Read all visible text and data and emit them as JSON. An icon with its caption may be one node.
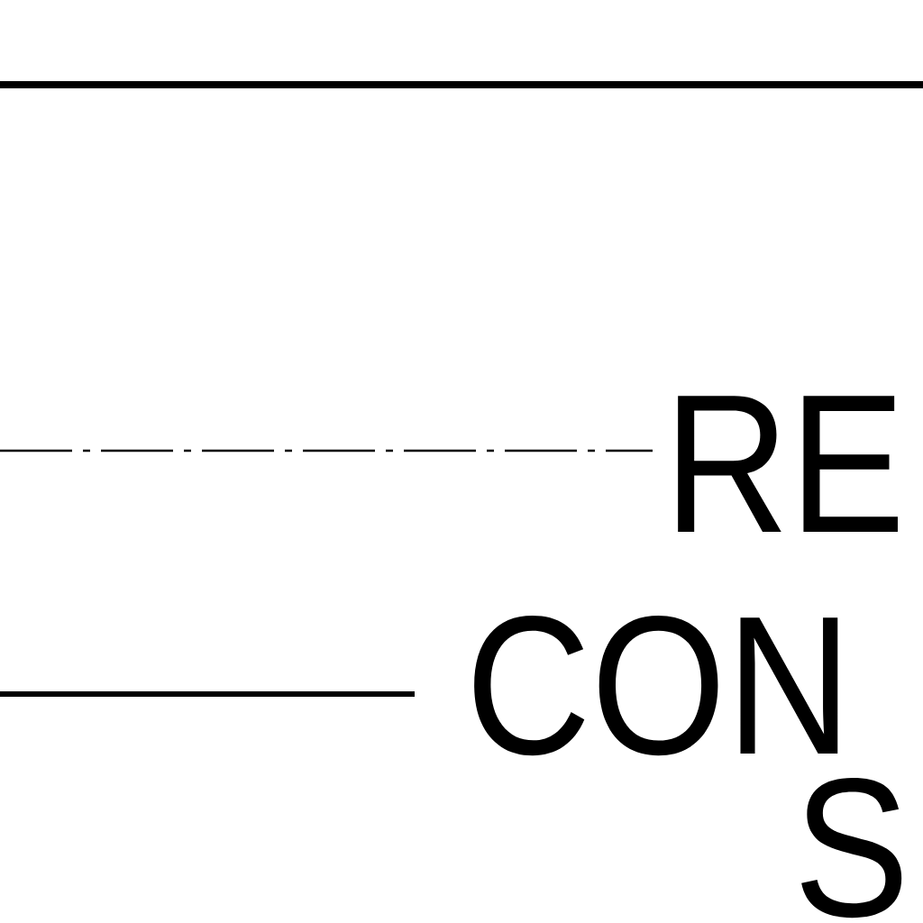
{
  "diagram": {
    "labels": [
      "RE",
      "CON",
      "S"
    ]
  }
}
